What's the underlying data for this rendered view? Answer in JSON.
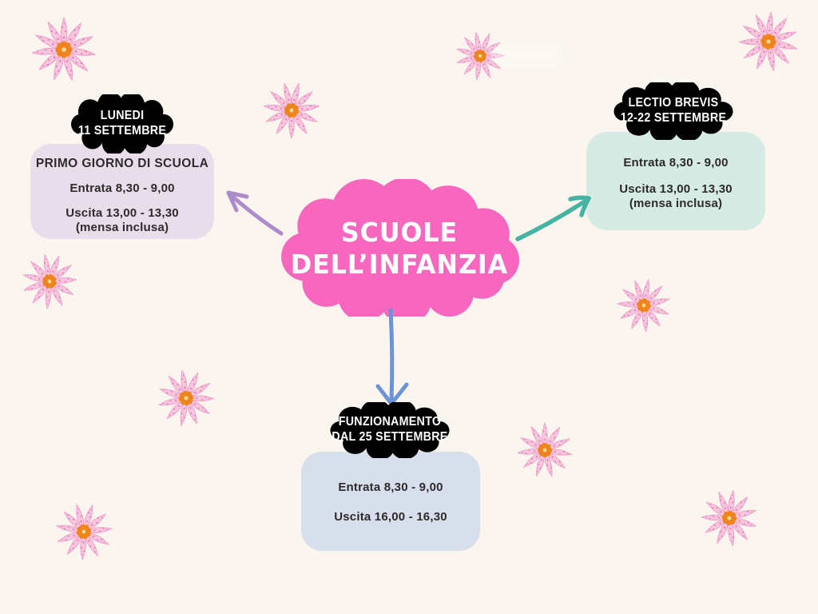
{
  "page": {
    "background_color": "#FAF6EF",
    "title": "Scuole dell'infanzia - orari settembre"
  },
  "center": {
    "line1": "SCUOLE",
    "line2": "DELL’INFANZIA",
    "cloud_color": "#F767BE",
    "text_color": "#FFFFFF"
  },
  "nodes": {
    "left": {
      "badge_line1": "LUNEDI",
      "badge_line2": "11 SETTEMBRE",
      "badge_color": "#B78FC9",
      "box_color": "#E8DEEB",
      "title": "PRIMO GIORNO DI SCUOLA",
      "entry": "Entrata 8,30 - 9,00",
      "exit": "Uscita 13,00 - 13,30",
      "note": "(mensa inclusa)"
    },
    "right": {
      "badge_line1": "LECTIO BREVIS",
      "badge_line2": "12-22 SETTEMBRE",
      "badge_color": "#46B2A2",
      "box_color": "#D6EBE4",
      "entry": "Entrata 8,30 - 9,00",
      "exit": "Uscita 13,00 - 13,30",
      "note": "(mensa inclusa)"
    },
    "bottom": {
      "badge_line1": "FUNZIONAMENTO",
      "badge_line2": "DAL 25 SETTEMBRE",
      "badge_color": "#6A90D2",
      "box_color": "#D8DFEC",
      "entry": "Entrata 8,30 - 9,00",
      "exit": "Uscita 16,00 - 16,30"
    }
  },
  "decor": {
    "flower_icon": "flower-icon",
    "flower_count": 10,
    "petal_color": "#F7C6DE",
    "petal_stroke": "#EF9BC7",
    "petal_dot_color": "#D9569B",
    "flower_center_color": "#EE841C",
    "flower_core_color": "#EFD98F",
    "arrow_left_color": "#AC8CCB",
    "arrow_right_color": "#46B2A2",
    "arrow_down_color": "#6B93D6"
  }
}
